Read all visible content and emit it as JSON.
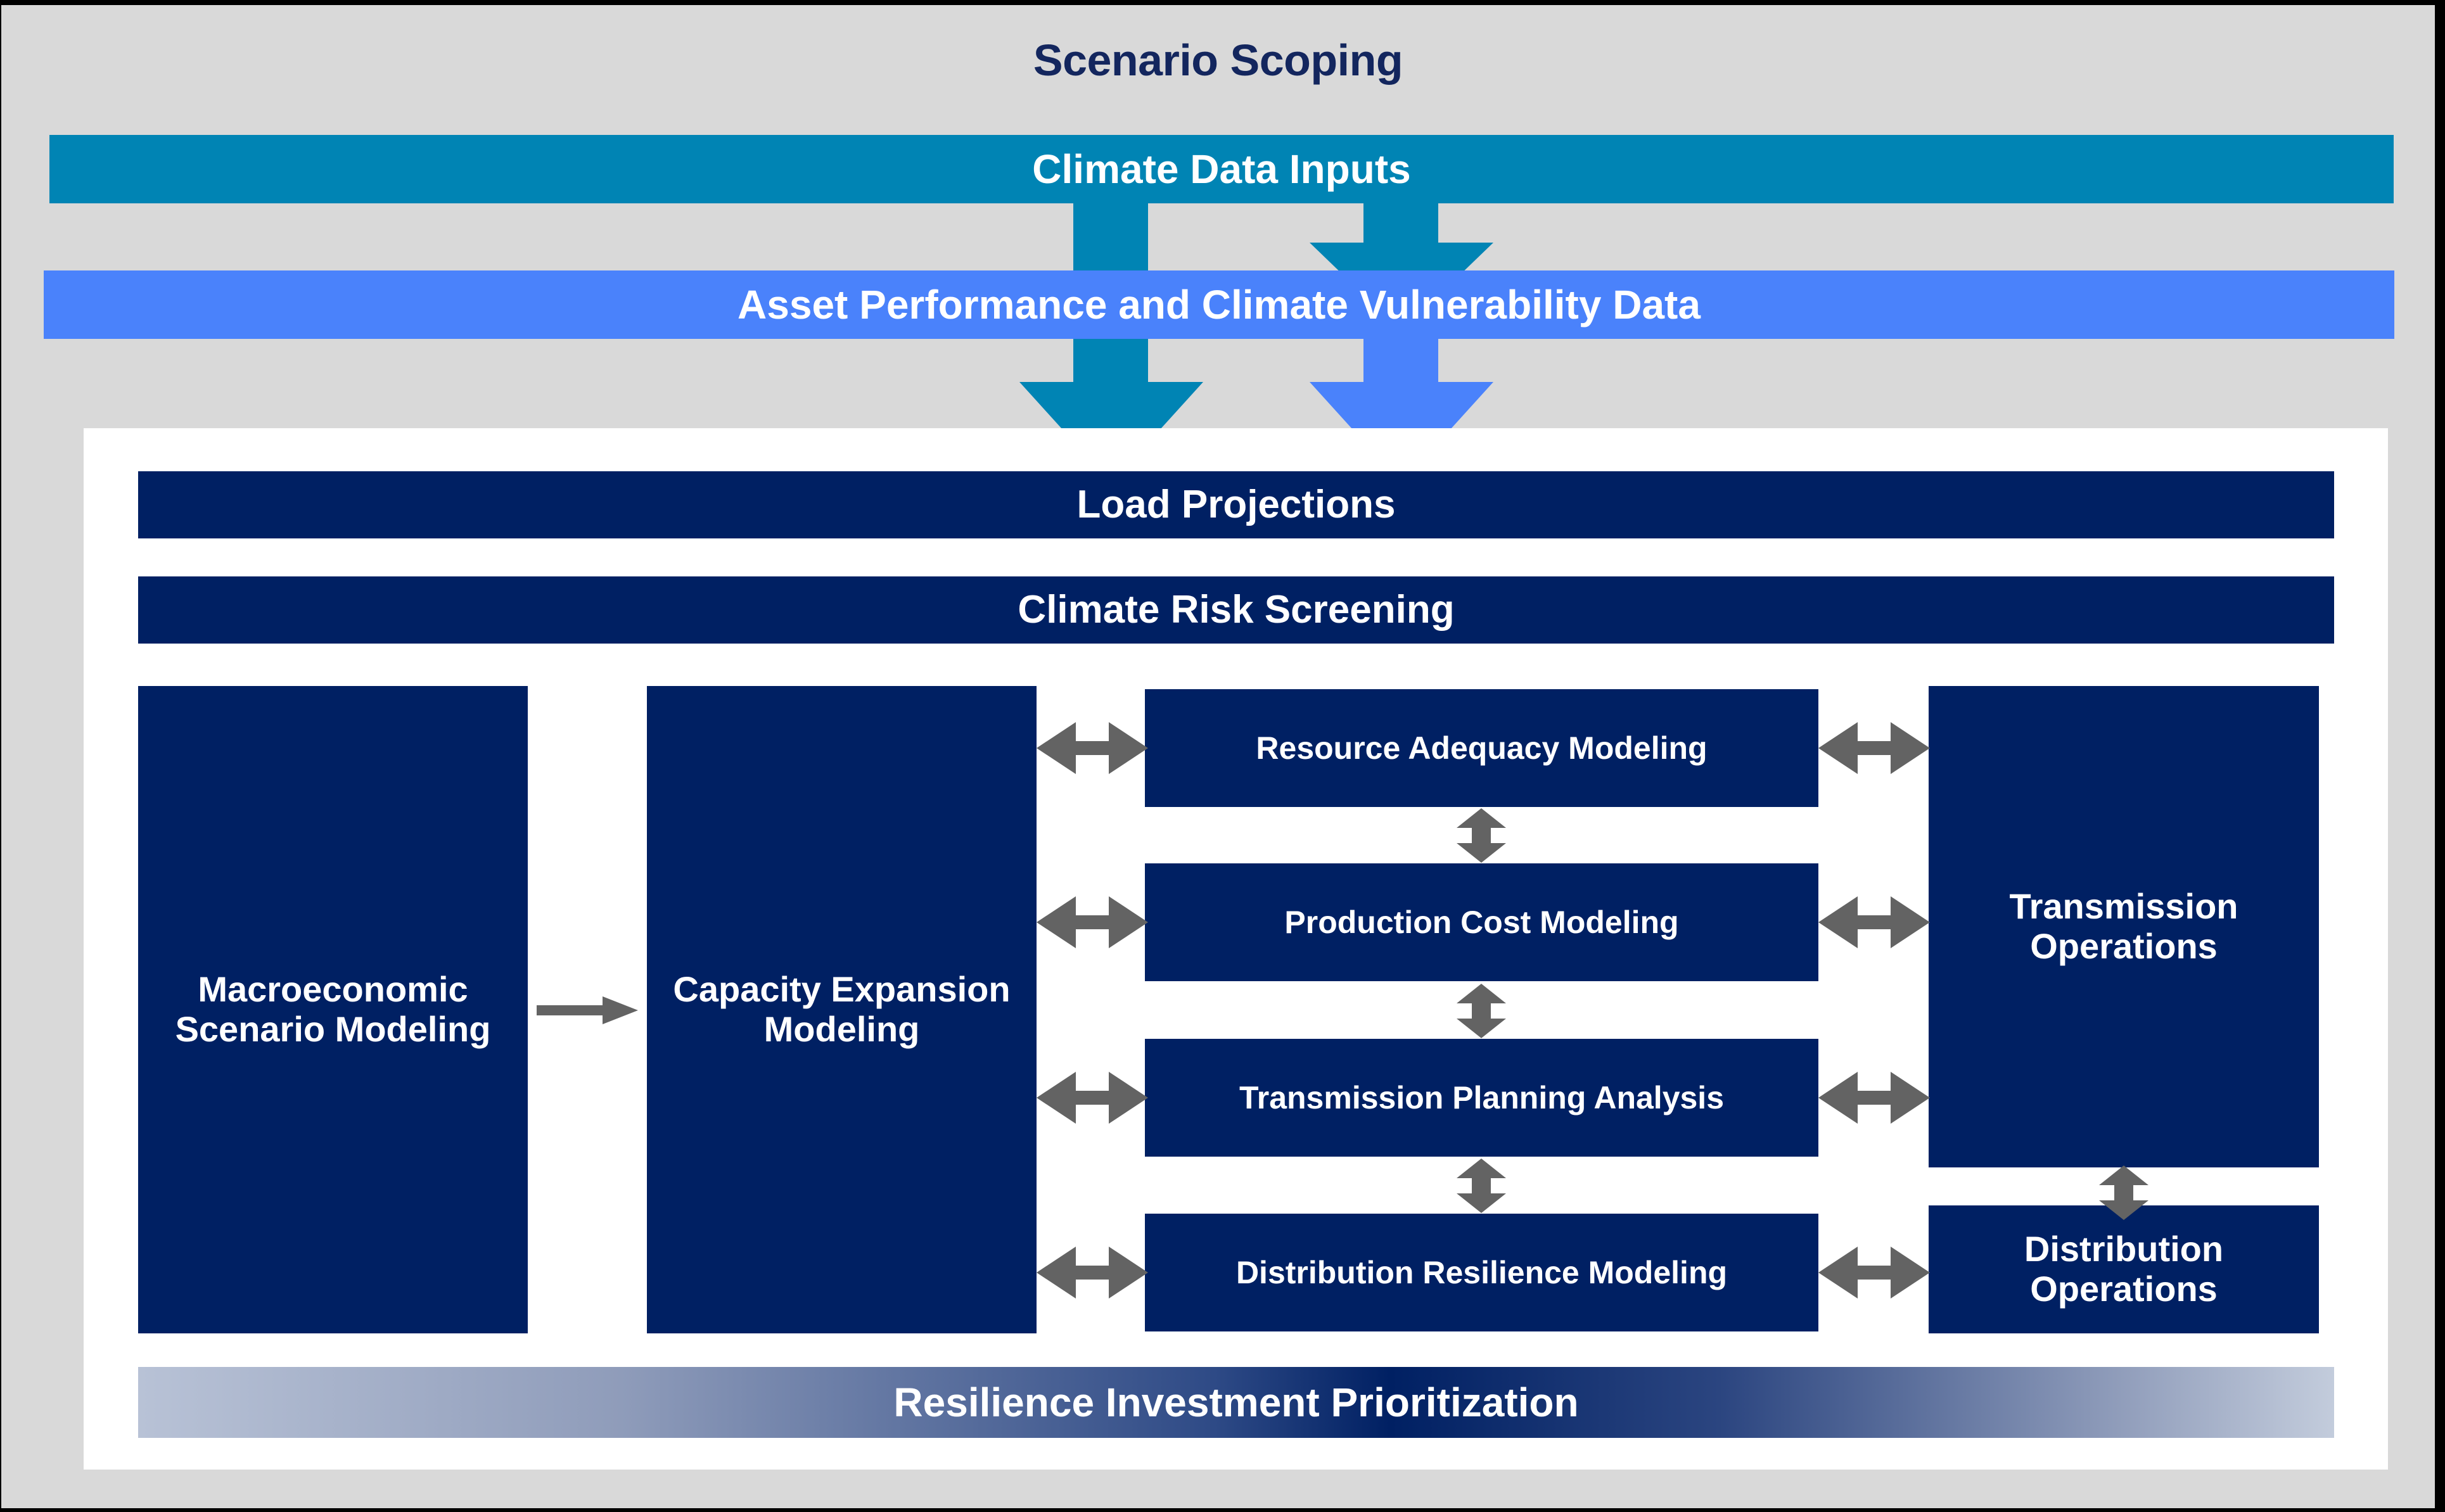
{
  "title": "Scenario Scoping",
  "input_bars": [
    {
      "id": "climate-data",
      "label": "Climate Data Inputs",
      "color": "#0084b4"
    },
    {
      "id": "asset-performance",
      "label": "Asset Performance and Climate Vulnerability Data",
      "color": "#4a82fb"
    }
  ],
  "panel": {
    "top_bars": [
      {
        "id": "load-projections",
        "label": "Load Projections"
      },
      {
        "id": "climate-risk-screening",
        "label": "Climate Risk Screening"
      }
    ],
    "left_column": [
      {
        "id": "macroeconomic-scenario-modeling",
        "label": "Macroeconomic Scenario Modeling"
      },
      {
        "id": "capacity-expansion-modeling",
        "label": "Capacity Expansion Modeling"
      }
    ],
    "middle_column": [
      {
        "id": "resource-adequacy-modeling",
        "label": "Resource Adequacy Modeling"
      },
      {
        "id": "production-cost-modeling",
        "label": "Production Cost Modeling"
      },
      {
        "id": "transmission-planning-analysis",
        "label": "Transmission Planning Analysis"
      },
      {
        "id": "distribution-resilience-modeling",
        "label": "Distribution Resilience Modeling"
      }
    ],
    "right_column": [
      {
        "id": "transmission-operations",
        "label": "Transmission Operations"
      },
      {
        "id": "distribution-operations",
        "label": "Distribution Operations"
      }
    ],
    "bottom_bar": {
      "id": "resilience-investment-prioritization",
      "label": "Resilience Investment Prioritization"
    }
  },
  "colors": {
    "background": "#d9d9d9",
    "panel": "#ffffff",
    "navy": "#002063",
    "title_navy": "#13265e",
    "teal": "#0084b4",
    "blue": "#4a82fb",
    "arrow_gray": "#636363",
    "gradient_light": "#b8c2d6",
    "gradient_dark": "#002063"
  },
  "icons": {
    "down_arrow": "down-arrow-icon",
    "right_arrow": "right-arrow-icon",
    "double_arrow_horizontal": "double-arrow-horizontal-icon",
    "double_arrow_vertical": "double-arrow-vertical-icon"
  }
}
